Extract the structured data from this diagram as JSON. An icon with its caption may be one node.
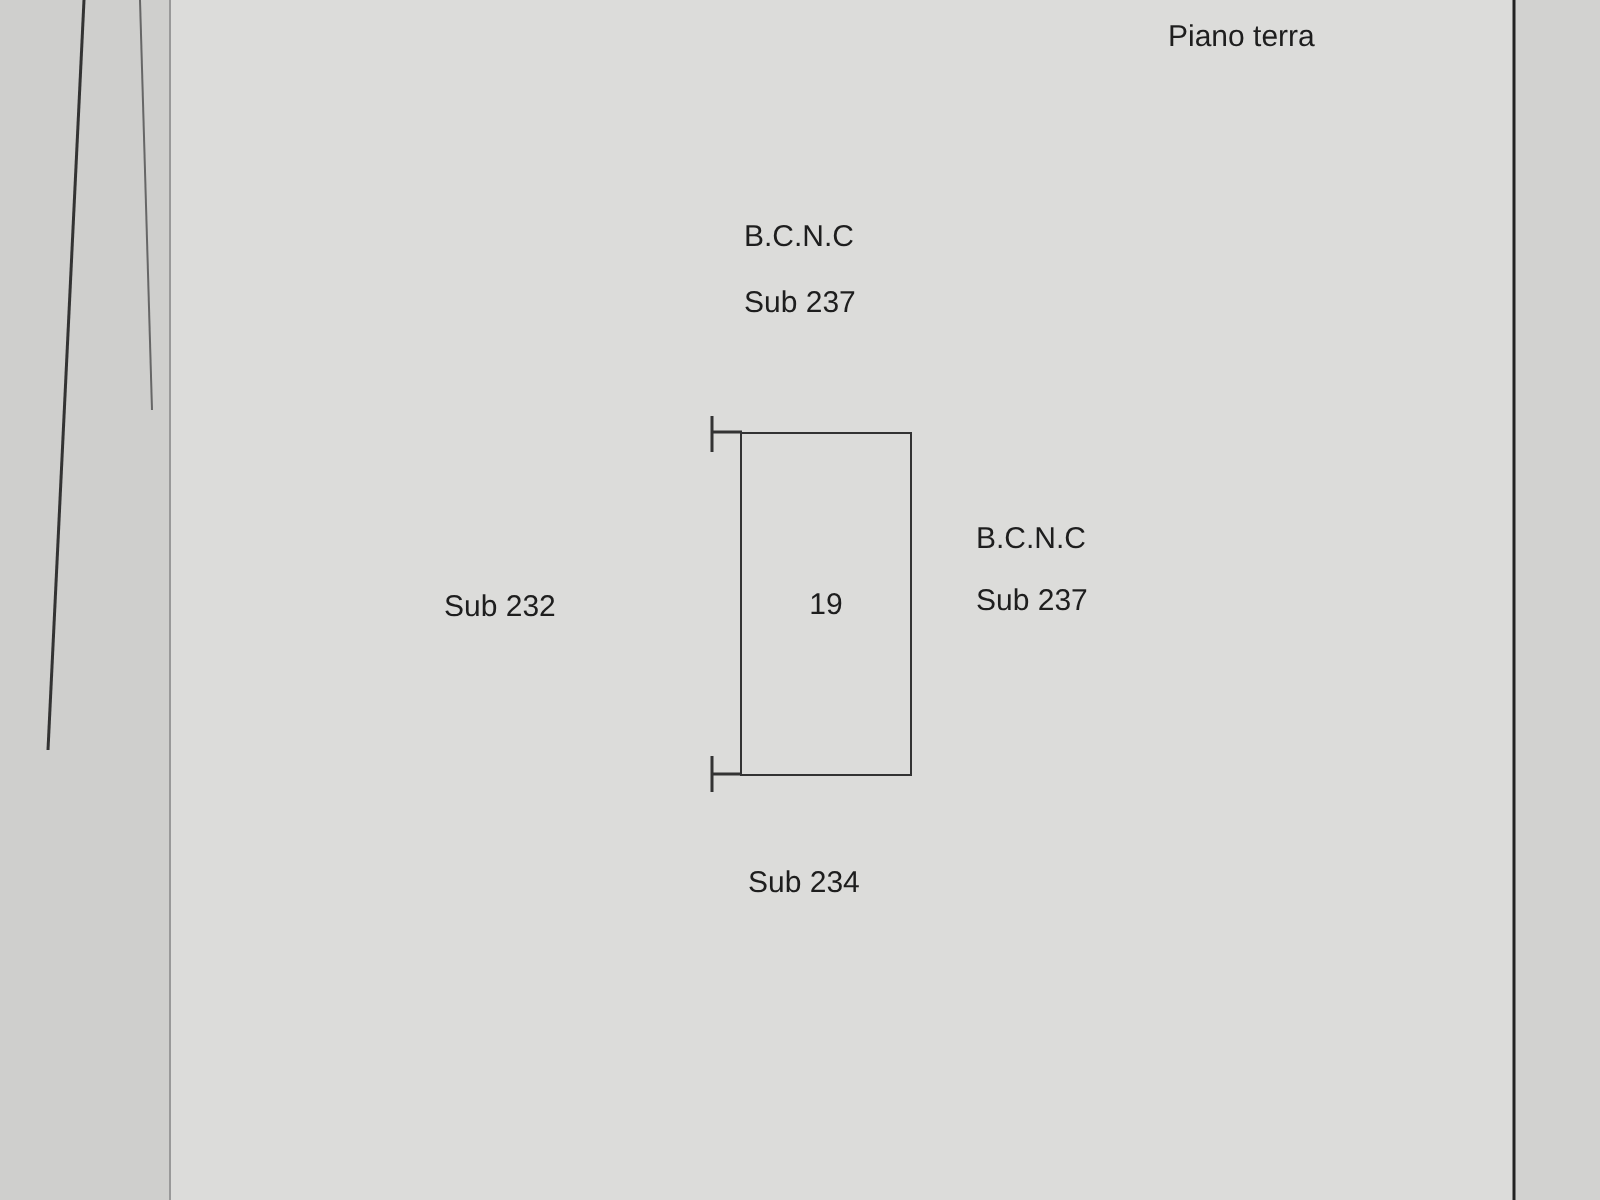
{
  "diagram": {
    "title": "Piano terra",
    "nodes": [
      {
        "text": [
          "19"
        ]
      }
    ],
    "labels": [
      "B.C.N.C",
      "Sub 237",
      "Sub 232",
      "B.C.N.C",
      "Sub 237",
      "Sub 234"
    ]
  }
}
